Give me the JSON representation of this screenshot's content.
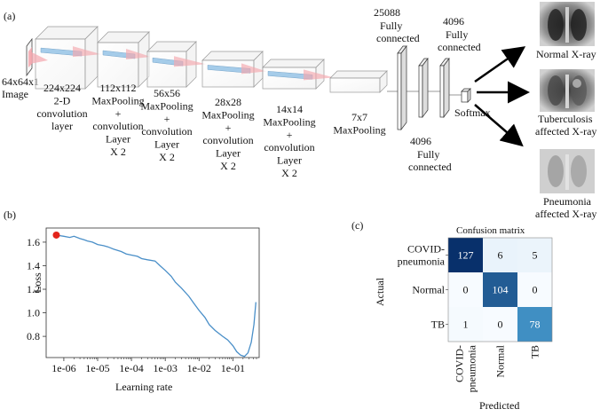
{
  "panel_a": {
    "label": "(a)",
    "input_label": [
      "64x64x1",
      "Image"
    ],
    "blocks": [
      [
        "224x224",
        "2-D",
        "convolution",
        "layer"
      ],
      [
        "112x112",
        "MaxPooling",
        "+",
        "convolution",
        "Layer",
        "X 2"
      ],
      [
        "56x56",
        "MaxPooling",
        "+",
        "convolution",
        "Layer",
        "X 2"
      ],
      [
        "28x28",
        "MaxPooling",
        "+",
        "convolution",
        "Layer",
        "X 2"
      ],
      [
        "14x14",
        "MaxPooling",
        "+",
        "convolution",
        "Layer",
        "X 2"
      ],
      [
        "7x7",
        "MaxPooling"
      ]
    ],
    "fc1_label": [
      "25088",
      "Fully",
      "connected"
    ],
    "fc2_label": [
      "4096",
      "Fully",
      "connected"
    ],
    "fc3_label": [
      "4096",
      "Fully",
      "connected"
    ],
    "softmax_label": "Softmax",
    "outputs": [
      [
        "Normal X-ray"
      ],
      [
        "Tuberculosis",
        "affected X-ray"
      ],
      [
        "Pneumonia",
        "affected X-ray"
      ]
    ]
  },
  "panel_b": {
    "label": "(b)",
    "chart_data": {
      "type": "line",
      "xlabel": "Learning rate",
      "ylabel": "Loss",
      "x_scale": "log",
      "x_ticks": [
        "1e-06",
        "1e-05",
        "1e-04",
        "1e-03",
        "1e-02",
        "1e-01"
      ],
      "x_tick_values": [
        1e-06,
        1e-05,
        0.0001,
        0.001,
        0.01,
        0.1
      ],
      "y_ticks": [
        "0.8",
        "1.0",
        "1.2",
        "1.4",
        "1.6"
      ],
      "y_tick_values": [
        0.8,
        1.0,
        1.2,
        1.4,
        1.6
      ],
      "xlim": [
        3e-07,
        0.6
      ],
      "ylim": [
        0.62,
        1.72
      ],
      "grid": false,
      "marker": {
        "x": 6e-07,
        "y": 1.66,
        "color": "#e3241b"
      },
      "line_color": "#4a8fc8",
      "series": [
        {
          "x": [
            6e-07,
            1e-06,
            1.5e-06,
            2e-06,
            3e-06,
            4e-06,
            5e-06,
            7e-06,
            1e-05,
            1.5e-05,
            2e-05,
            3e-05,
            5e-05,
            7e-05,
            0.0001,
            0.00015,
            0.0002,
            0.0003,
            0.0005,
            0.0007,
            0.001,
            0.0015,
            0.002,
            0.003,
            0.005,
            0.007,
            0.01,
            0.015,
            0.02,
            0.03,
            0.05,
            0.07,
            0.1,
            0.13,
            0.17,
            0.22,
            0.28,
            0.35,
            0.42,
            0.48
          ],
          "y": [
            1.66,
            1.65,
            1.64,
            1.65,
            1.63,
            1.62,
            1.61,
            1.6,
            1.58,
            1.57,
            1.56,
            1.54,
            1.52,
            1.5,
            1.49,
            1.48,
            1.46,
            1.45,
            1.44,
            1.4,
            1.36,
            1.31,
            1.26,
            1.21,
            1.14,
            1.08,
            1.02,
            0.96,
            0.9,
            0.85,
            0.8,
            0.77,
            0.72,
            0.67,
            0.64,
            0.63,
            0.66,
            0.75,
            0.9,
            1.09
          ]
        }
      ]
    }
  },
  "panel_c": {
    "label": "(c)",
    "chart_data": {
      "type": "heatmap",
      "title": "Confusion matrix",
      "xlabel": "Predicted",
      "ylabel": "Actual",
      "rows": [
        [
          "COVID-",
          "pneumonia"
        ],
        [
          "Normal"
        ],
        [
          "TB"
        ]
      ],
      "cols": [
        [
          "COVID-",
          "pneumonia"
        ],
        [
          "Normal"
        ],
        [
          "TB"
        ]
      ],
      "values": [
        [
          127,
          6,
          5
        ],
        [
          0,
          104,
          0
        ],
        [
          1,
          0,
          78
        ]
      ],
      "max": 127,
      "color_low": "#f7fbff",
      "color_high": "#08306b"
    }
  }
}
